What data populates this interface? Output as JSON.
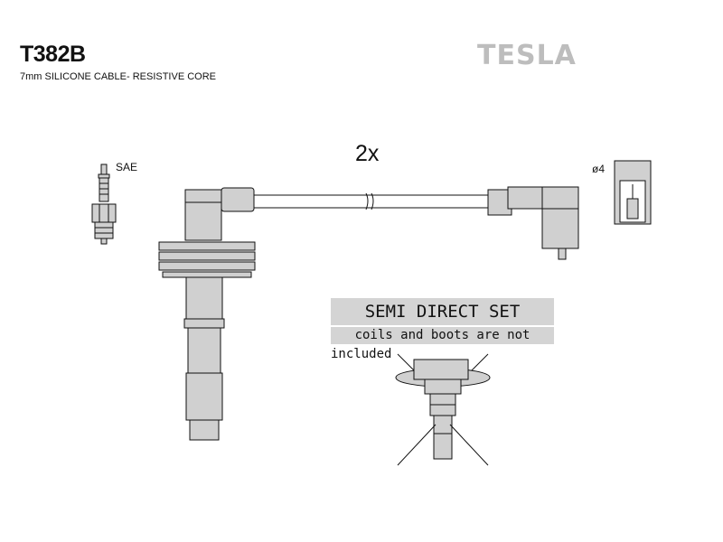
{
  "header": {
    "part_number": "T382B",
    "cable_spec": "7mm SILICONE CABLE- RESISTIVE CORE",
    "brand": "TESLA"
  },
  "diagram": {
    "quantity": "2x",
    "plug_type": "SAE",
    "terminal_diameter": "ø4",
    "set_type": "SEMI DIRECT SET",
    "note_line_1": "coils and boots are not",
    "note_line_2": "included"
  },
  "colors": {
    "line": "#111111",
    "component_fill": "#d0d0d0",
    "label_background": "#d4d4d4",
    "logo": "#bdbdbd"
  }
}
